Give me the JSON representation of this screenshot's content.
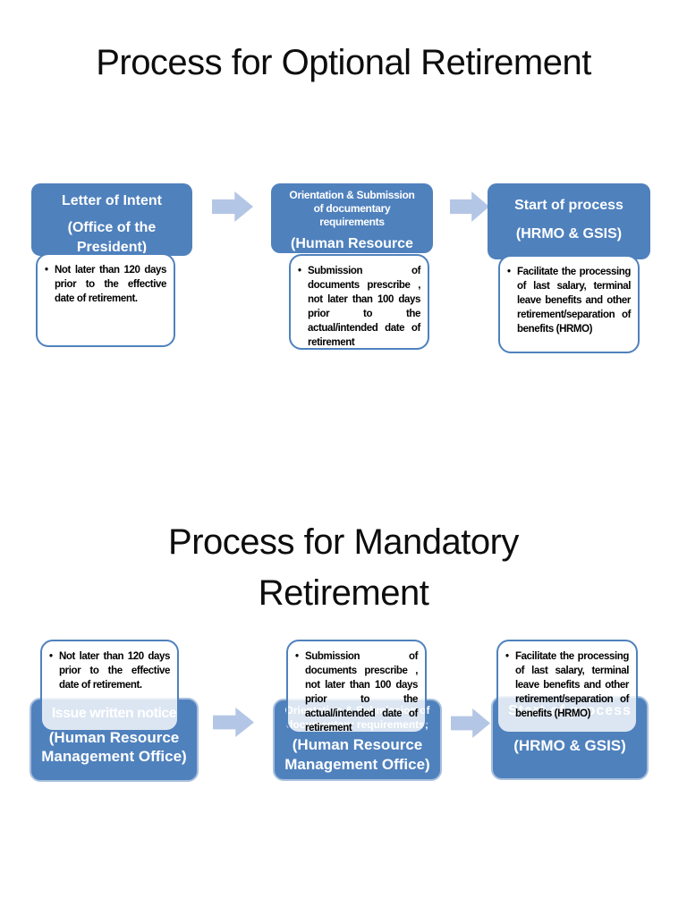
{
  "colors": {
    "box_blue": "#4f81bd",
    "box_border_light": "#a7bfdd",
    "arrow_blue": "#b4c6e5",
    "callout_border": "#4f81bd",
    "title_black": "#0d0d0d"
  },
  "sections": [
    {
      "title": "Process for Optional Retirement",
      "steps": [
        {
          "box": {
            "title_lines": [
              "Letter of Intent"
            ],
            "subtitle_lines": [
              "(Office of the",
              "President)"
            ]
          },
          "callout": "Not later than  120 days prior to the effective date of retirement."
        },
        {
          "box": {
            "title_lines": [
              "Orientation & Submission",
              "of documentary",
              "requirements"
            ],
            "subtitle_lines": [
              "(Human Resource"
            ]
          },
          "callout": "Submission of documents prescribe , not later than 100 days prior to the actual/intended date of retirement"
        },
        {
          "box": {
            "title_lines": [
              "Start  of process"
            ],
            "subtitle_lines": [
              "(HRMO & GSIS)"
            ]
          },
          "callout": "Facilitate the processing of last salary, terminal leave benefits and other retirement/separation of benefits (HRMO)"
        }
      ]
    },
    {
      "title": "Process for Mandatory Retirement",
      "steps": [
        {
          "box": {
            "title_lines": [
              "Issue written notice"
            ],
            "subtitle_lines": [
              "(Human Resource",
              "Management Office)"
            ]
          },
          "callout": "Not later than  120 days prior to the effective date of retirement."
        },
        {
          "box": {
            "title_lines": [
              "Orientation & Submission of",
              "documentary requirements;"
            ],
            "subtitle_lines": [
              "(Human Resource",
              "Management Office)"
            ]
          },
          "callout": "Submission of documents prescribe , not later than 100 days prior to the actual/intended date of retirement"
        },
        {
          "box": {
            "title_lines": [
              "Start of process"
            ],
            "subtitle_lines": [
              "(HRMO & GSIS)"
            ]
          },
          "callout": "Facilitate the processing of last salary, terminal leave benefits and other retirement/separation of benefits (HRMO)"
        }
      ]
    }
  ]
}
